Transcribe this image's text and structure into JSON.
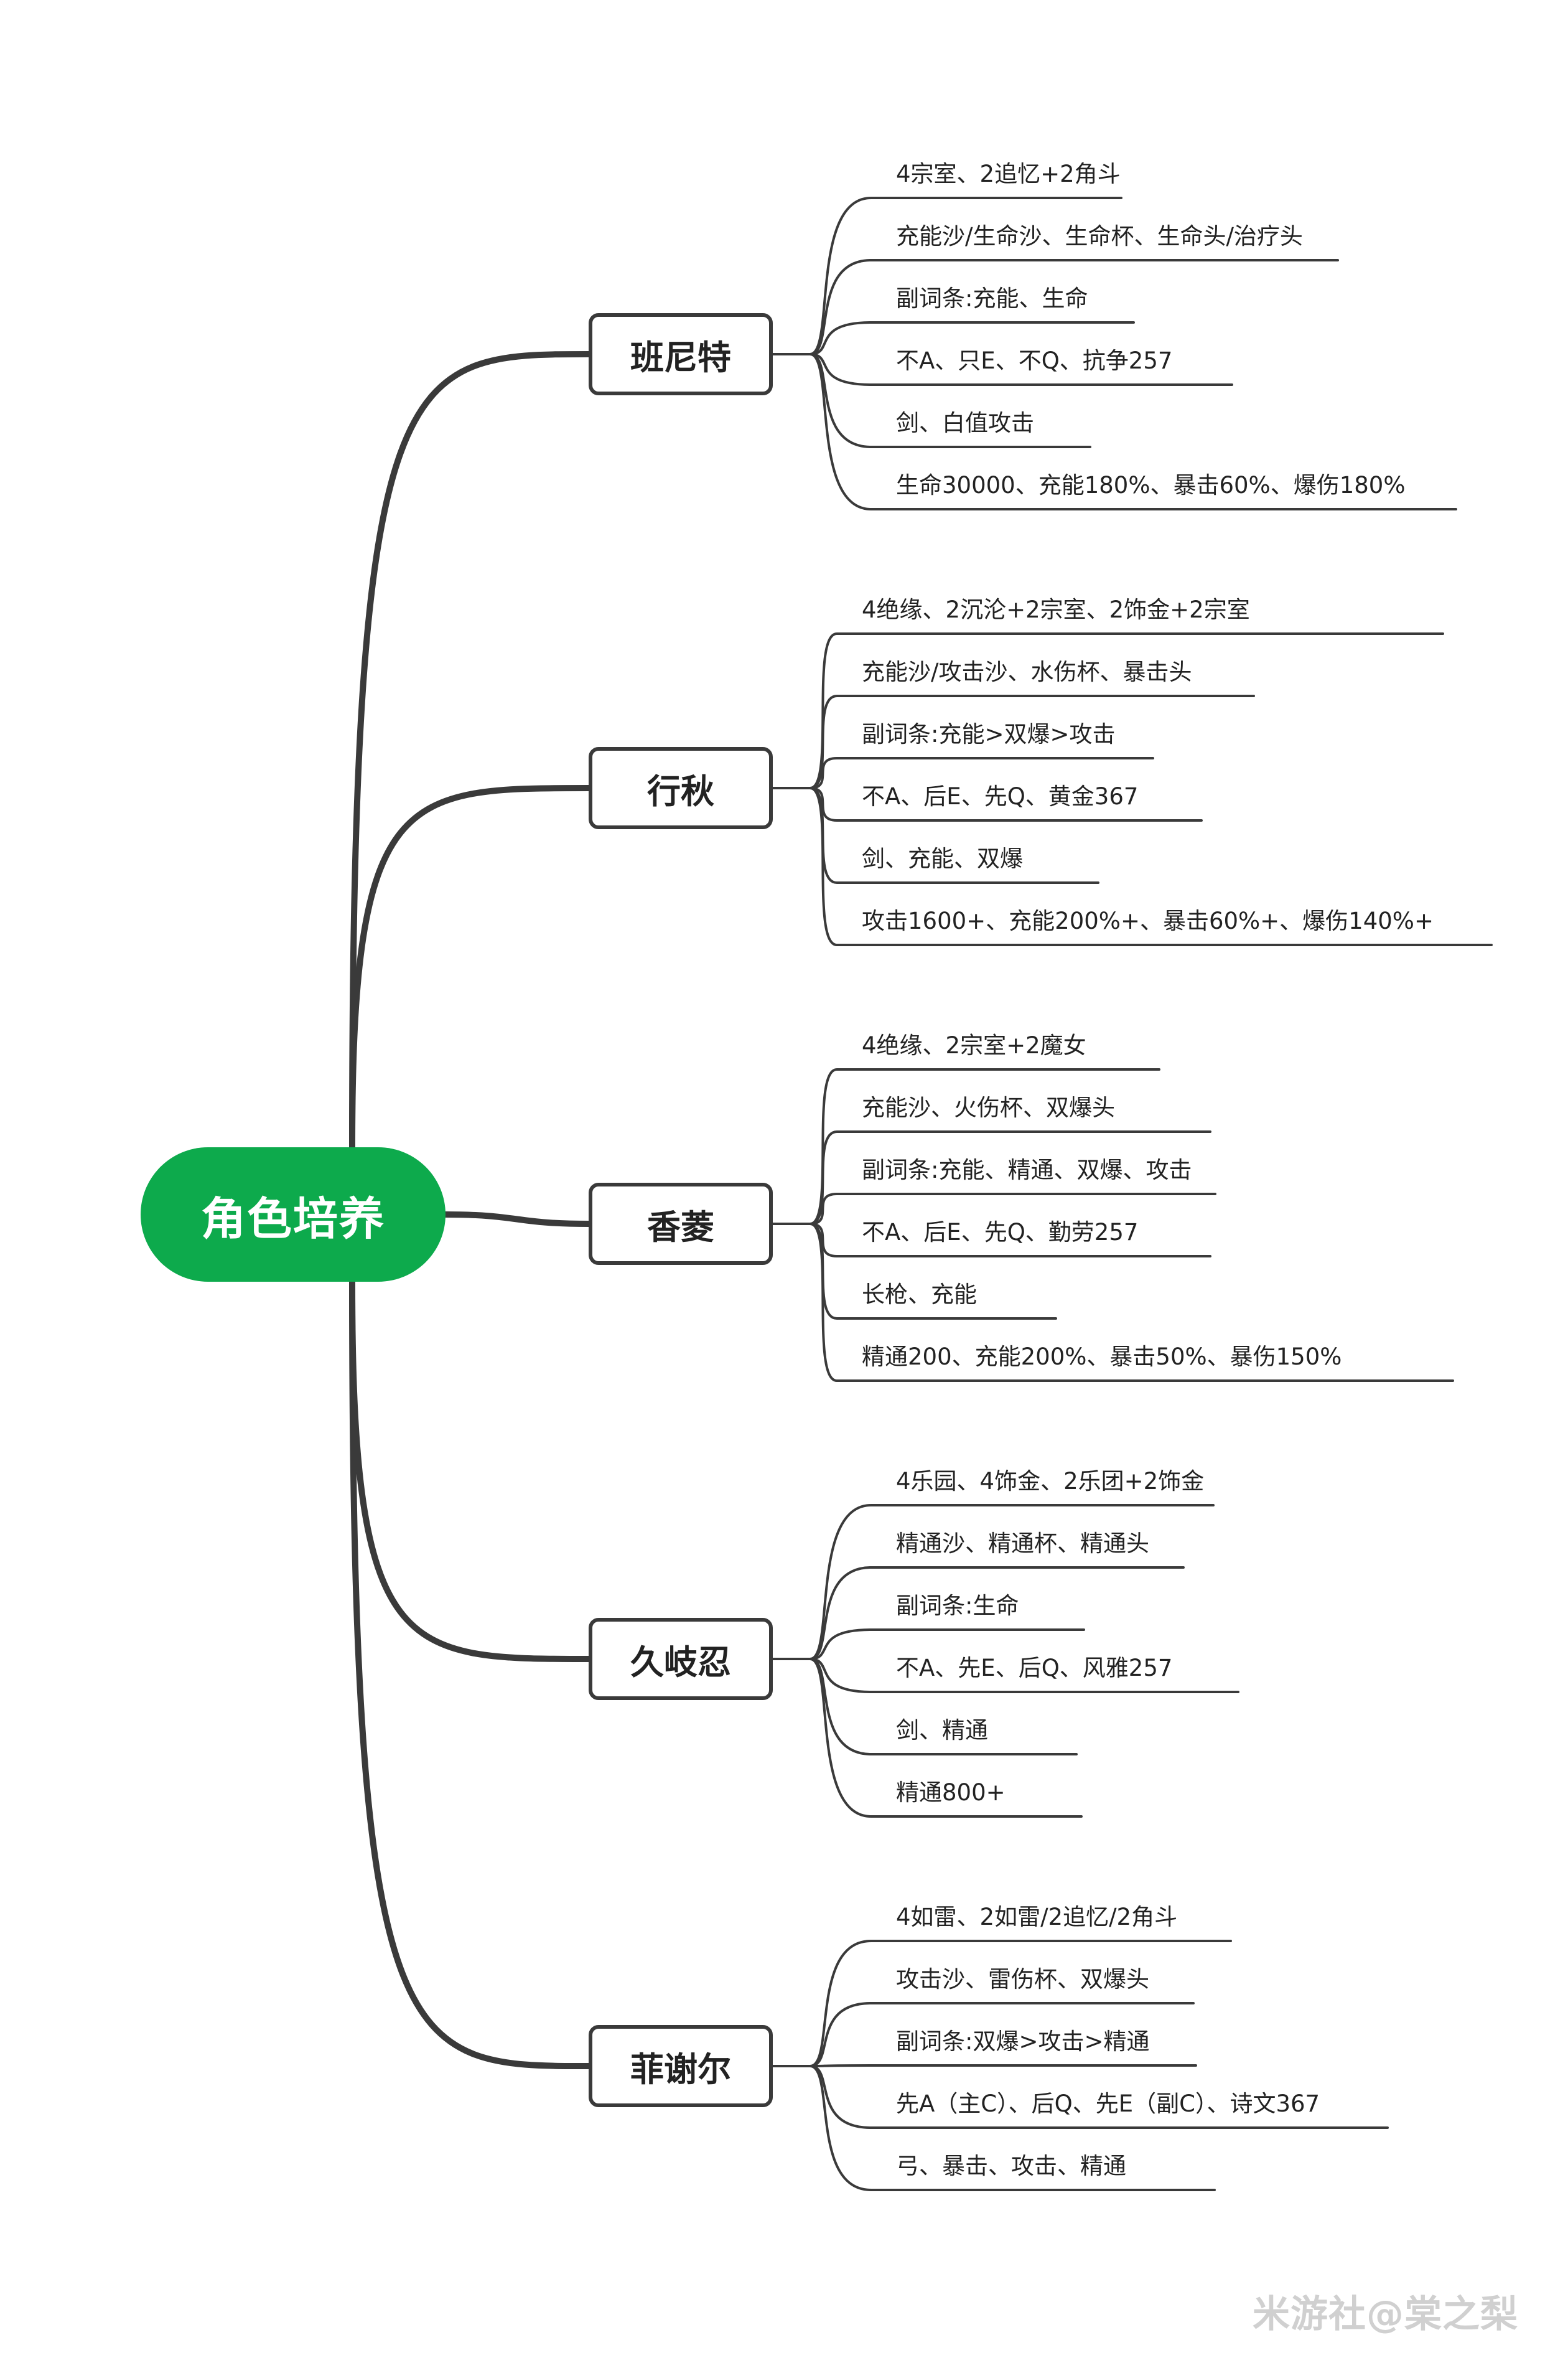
{
  "root": {
    "label": "角色培养"
  },
  "branches": [
    {
      "name": "班尼特",
      "leaves": [
        "4宗室、2追忆+2角斗",
        "充能沙/生命沙、生命杯、生命头/治疗头",
        "副词条:充能、生命",
        "不A、只E、不Q、抗争257",
        "剑、白值攻击",
        "生命30000、充能180%、暴击60%、爆伤180%"
      ]
    },
    {
      "name": "行秋",
      "leaves": [
        "4绝缘、2沉沦+2宗室、2饰金+2宗室",
        "充能沙/攻击沙、水伤杯、暴击头",
        "副词条:充能>双爆>攻击",
        "不A、后E、先Q、黄金367",
        "剑、充能、双爆",
        "攻击1600+、充能200%+、暴击60%+、爆伤140%+"
      ]
    },
    {
      "name": "香菱",
      "leaves": [
        "4绝缘、2宗室+2魔女",
        "充能沙、火伤杯、双爆头",
        "副词条:充能、精通、双爆、攻击",
        "不A、后E、先Q、勤劳257",
        "长枪、充能",
        "精通200、充能200%、暴击50%、暴伤150%"
      ]
    },
    {
      "name": "久岐忍",
      "leaves": [
        "4乐园、4饰金、2乐团+2饰金",
        "精通沙、精通杯、精通头",
        "副词条:生命",
        "不A、先E、后Q、风雅257",
        "剑、精通",
        "精通800+"
      ]
    },
    {
      "name": "菲谢尔",
      "leaves": [
        "4如雷、2如雷/2追忆/2角斗",
        "攻击沙、雷伤杯、双爆头",
        "副词条:双爆>攻击>精通",
        "先A（主C）、后Q、先E（副C）、诗文367",
        "弓、暴击、攻击、精通"
      ]
    }
  ],
  "watermark": "米游社@棠之梨",
  "colors": {
    "root": "#0daa4c",
    "line": "#3a3a3a"
  }
}
